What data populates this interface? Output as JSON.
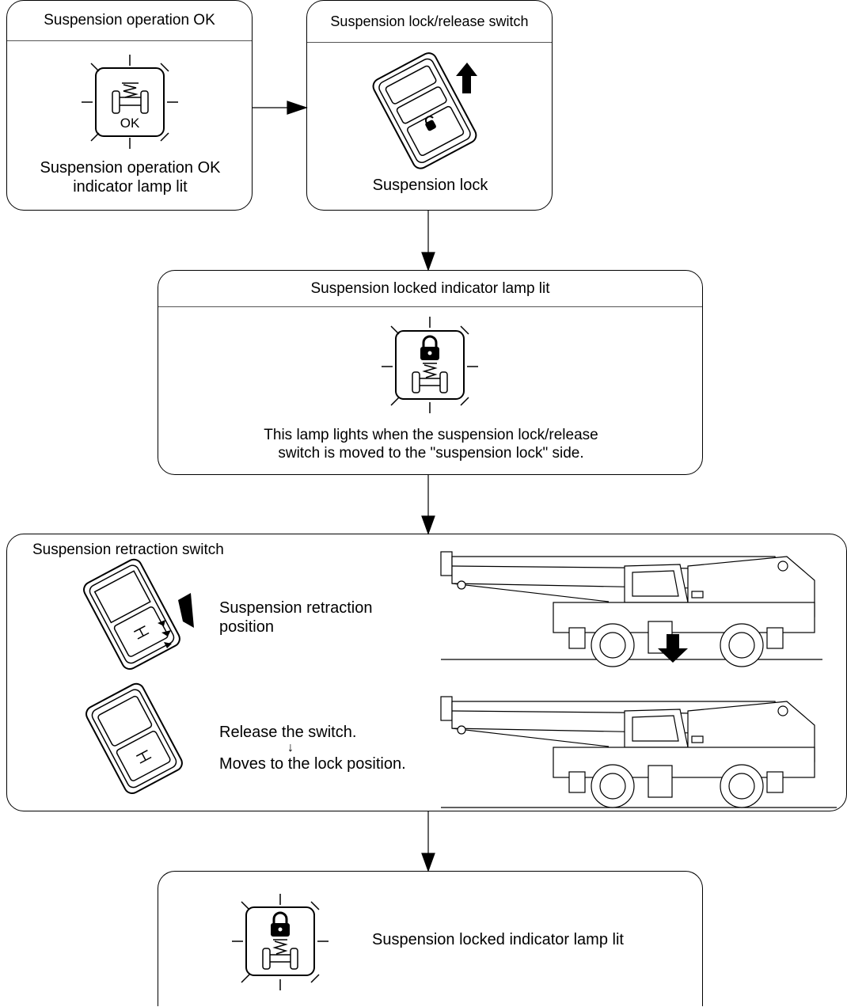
{
  "box1": {
    "title": "Suspension operation OK",
    "lamp_label": "OK",
    "caption_line1": "Suspension operation OK",
    "caption_line2": "indicator lamp lit"
  },
  "box2": {
    "title": "Suspension lock/release switch",
    "caption": "Suspension lock"
  },
  "box3": {
    "title": "Suspension locked indicator lamp lit",
    "caption_line1": "This lamp lights when the suspension lock/release",
    "caption_line2": "switch is moved to the \"suspension lock\" side."
  },
  "box4": {
    "title": "Suspension retraction switch",
    "retract_line1": "Suspension retraction",
    "retract_line2": "position",
    "release_line1": "Release the switch.",
    "release_arrow": "↓",
    "release_line2": "Moves to the lock position."
  },
  "box5": {
    "caption": "Suspension locked indicator lamp lit"
  }
}
